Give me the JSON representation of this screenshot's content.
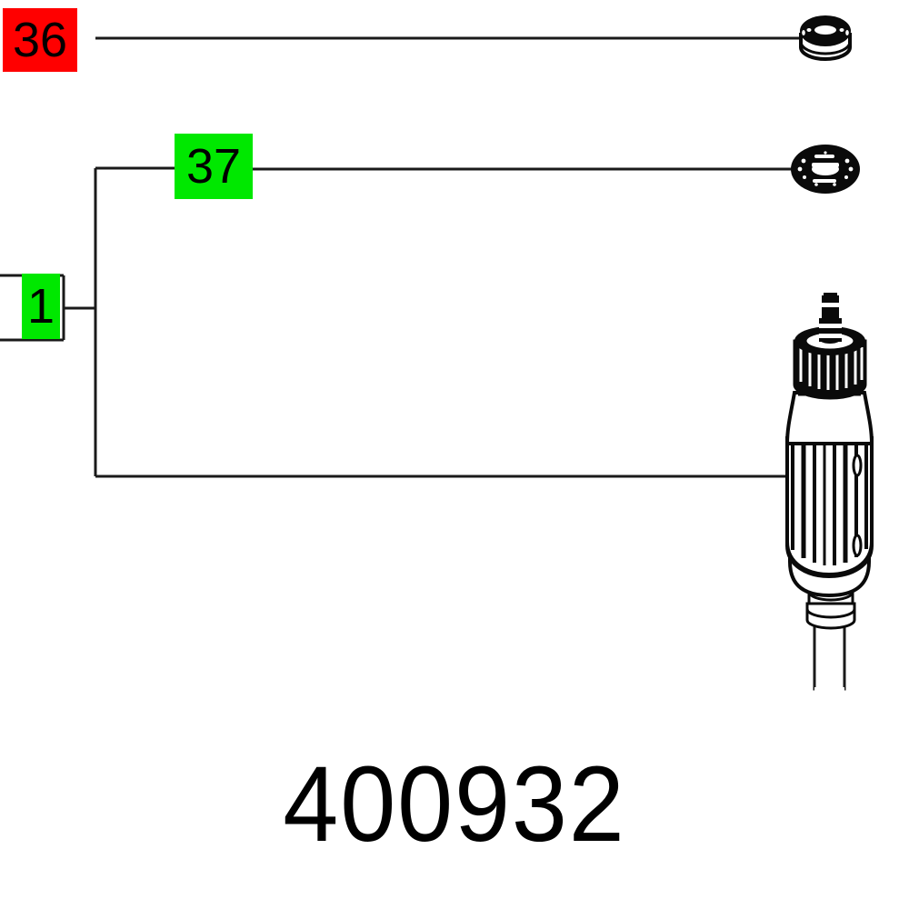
{
  "diagram": {
    "part_number": "400932",
    "background_color": "#ffffff",
    "line_color": "#1a1a1a",
    "callouts": [
      {
        "id": "36",
        "label": "36",
        "background_color": "#ff0000",
        "text_color": "#000000",
        "target_part": "bushing-bearing"
      },
      {
        "id": "37",
        "label": "37",
        "background_color": "#00e800",
        "text_color": "#000000",
        "target_part": "ball-bearing"
      },
      {
        "id": "1",
        "label": "1",
        "background_color": "#00e800",
        "text_color": "#000000",
        "target_part": "armature-assembly"
      }
    ],
    "parts": [
      {
        "id": "bushing-bearing",
        "name": "bushing"
      },
      {
        "id": "ball-bearing",
        "name": "ball-bearing"
      },
      {
        "id": "armature",
        "name": "motor-armature-rotor"
      }
    ]
  }
}
